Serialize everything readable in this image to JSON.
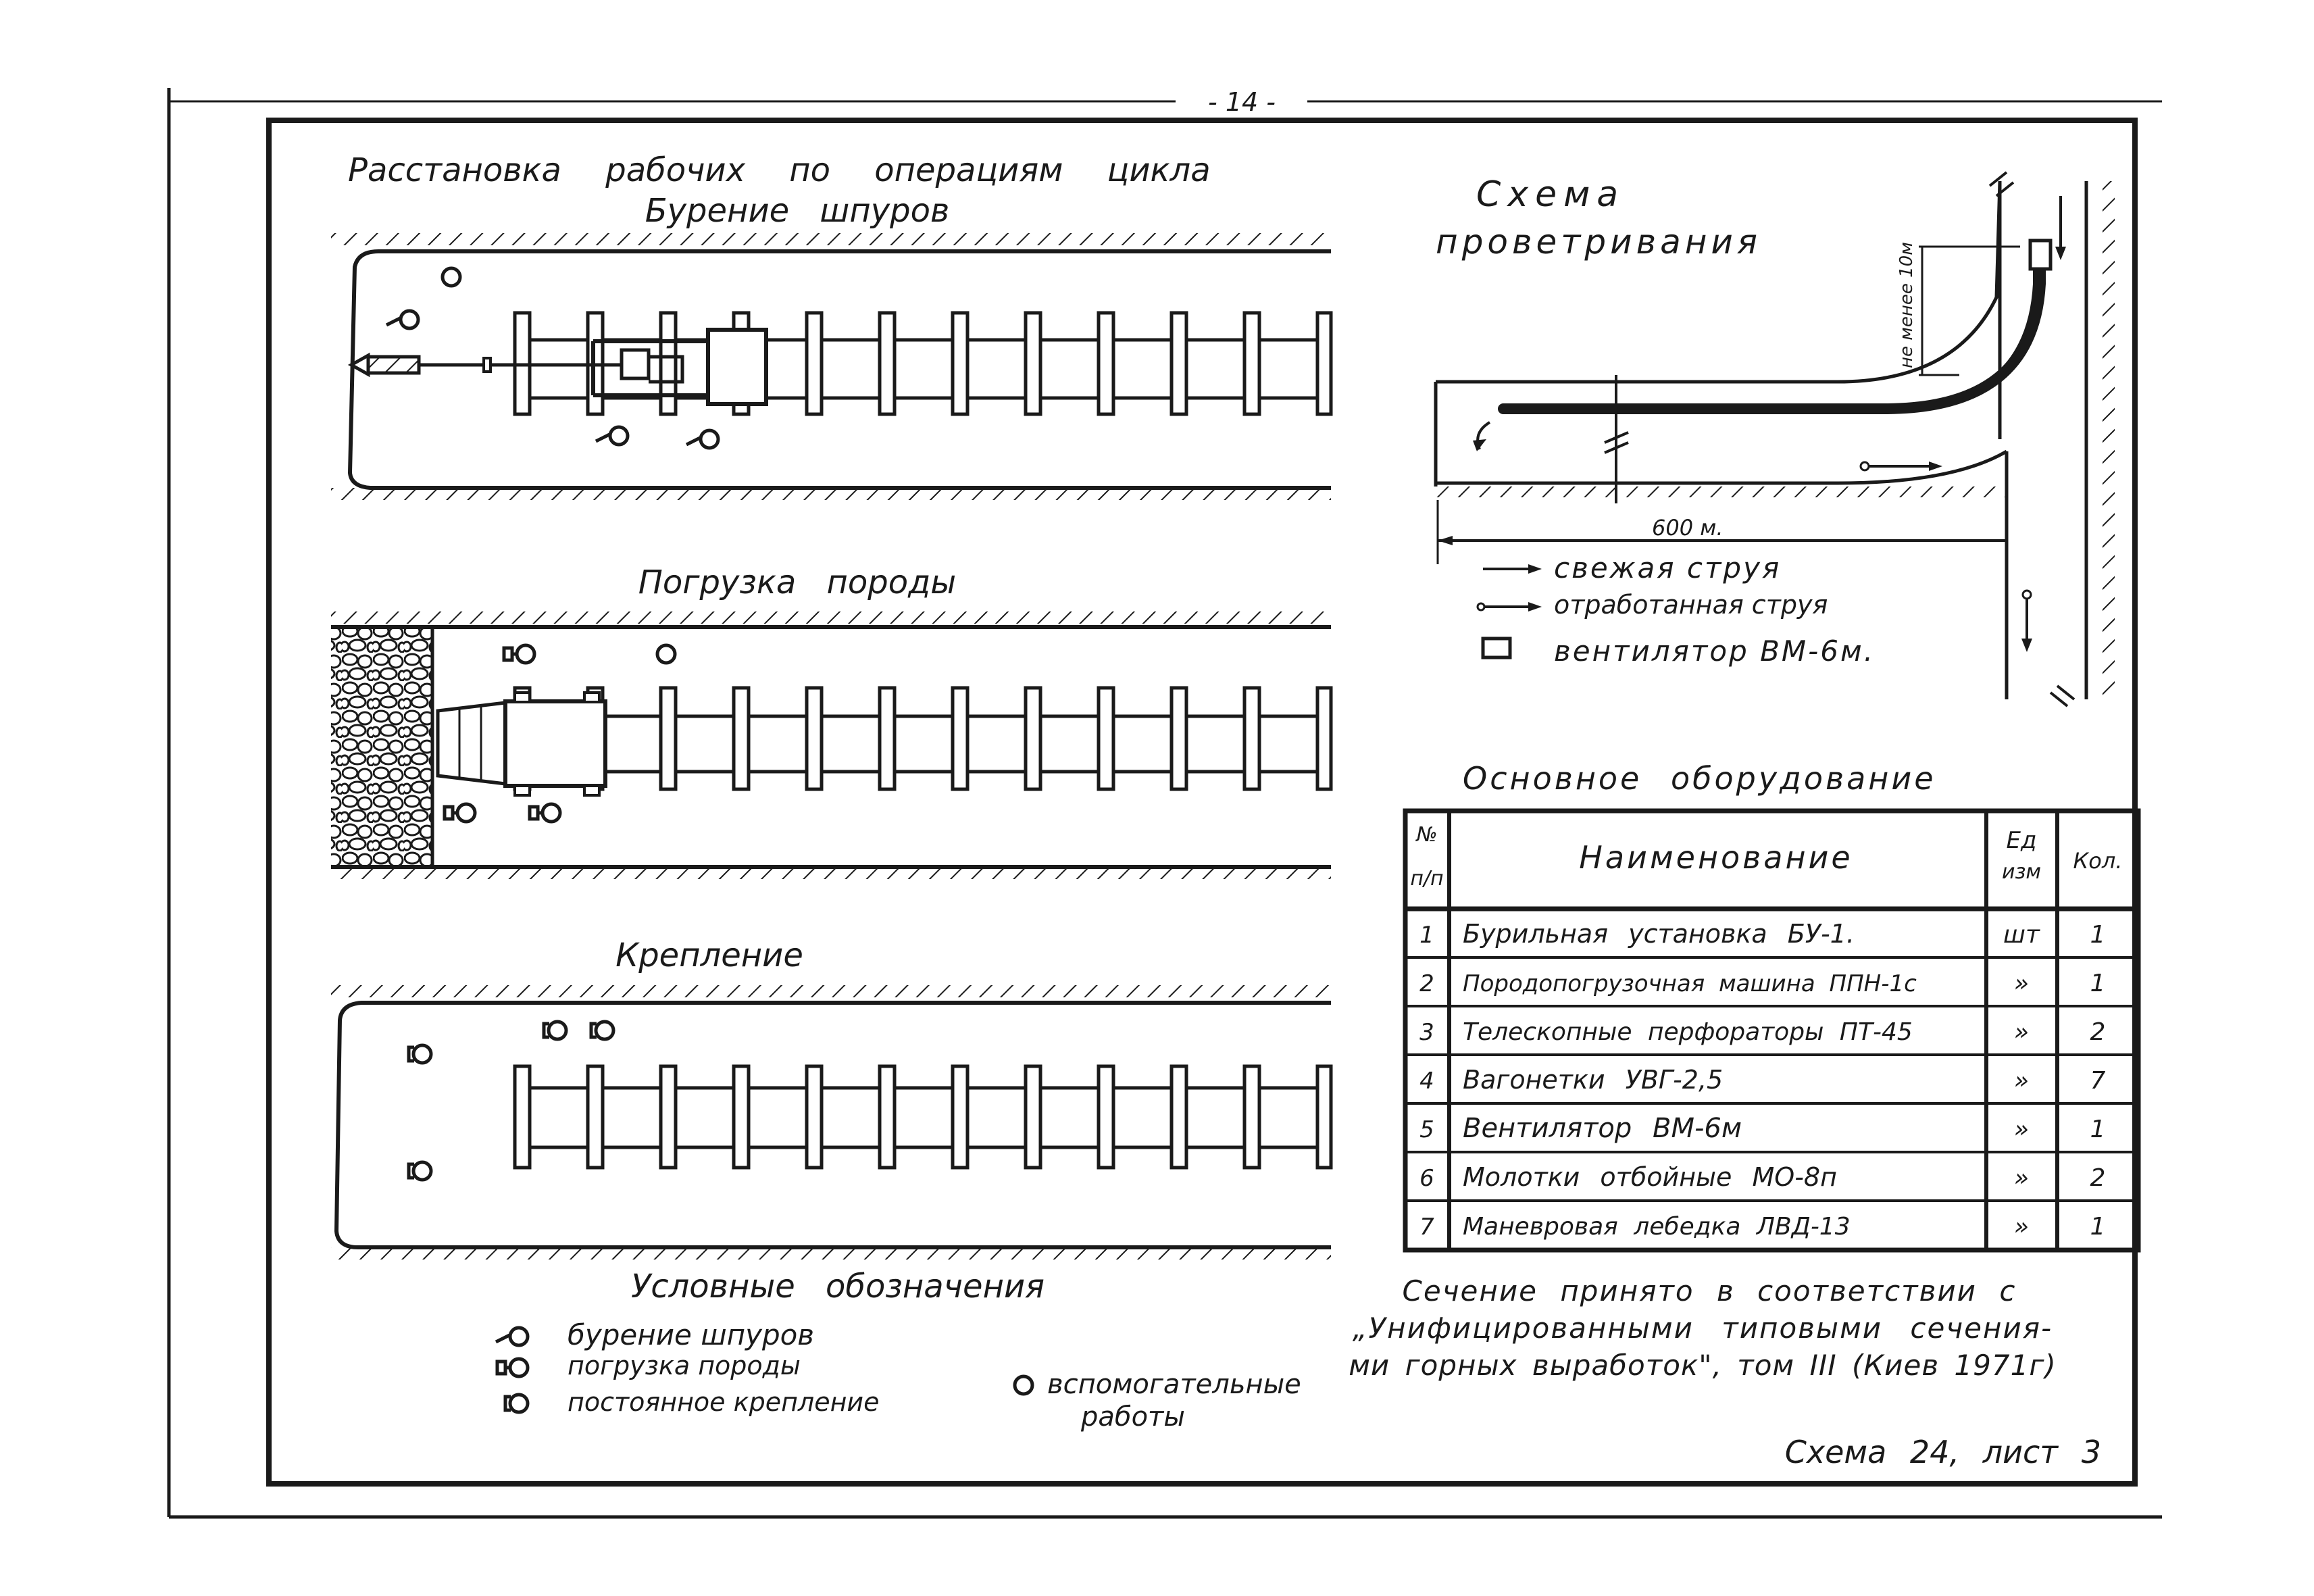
{
  "page_number": "- 14 -",
  "left_panel": {
    "title": "Расстановка рабочих по операциям цикла",
    "sections": [
      {
        "title": "Бурение шпуров"
      },
      {
        "title": "Погрузка породы"
      },
      {
        "title": "Крепление"
      }
    ]
  },
  "legend": {
    "title": "Условные обозначения",
    "items": [
      {
        "symbol": "drilling-worker-icon",
        "label": "бурение шпуров"
      },
      {
        "symbol": "loading-worker-icon",
        "label": "погрузка породы"
      },
      {
        "symbol": "support-worker-icon",
        "label": "постоянное крепление"
      }
    ],
    "aux": {
      "symbol": "auxiliary-worker-icon",
      "line1": "вспомогательные",
      "line2": "работы"
    }
  },
  "ventilation": {
    "title_line1": "Схема",
    "title_line2": "проветривания",
    "distance_label": "600 м.",
    "min_distance_label": "не менее 10м",
    "legend": [
      {
        "symbol": "fresh-air-arrow-icon",
        "label": "свежая струя"
      },
      {
        "symbol": "exhaust-air-arrow-icon",
        "label": "отработанная струя"
      },
      {
        "symbol": "fan-icon",
        "label": "вентилятор ВМ-6м."
      }
    ]
  },
  "equipment": {
    "title": "Основное оборудование",
    "headers": {
      "num_line1": "№",
      "num_line2": "п/п",
      "name": "Наименование",
      "unit_line1": "Ед",
      "unit_line2": "изм",
      "qty": "Кол."
    },
    "rows": [
      {
        "num": "1",
        "name": "Бурильная установка БУ-1.",
        "unit": "шт",
        "qty": "1"
      },
      {
        "num": "2",
        "name": "Породопогрузочная машина ППН-1с",
        "unit": "»",
        "qty": "1"
      },
      {
        "num": "3",
        "name": "Телескопные перфораторы ПТ-45",
        "unit": "»",
        "qty": "2"
      },
      {
        "num": "4",
        "name": "Вагонетки УВГ-2,5",
        "unit": "»",
        "qty": "7"
      },
      {
        "num": "5",
        "name": "Вентилятор ВМ-6м",
        "unit": "»",
        "qty": "1"
      },
      {
        "num": "6",
        "name": "Молотки отбойные МО-8п",
        "unit": "»",
        "qty": "2"
      },
      {
        "num": "7",
        "name": "Маневровая лебедка ЛВД-13",
        "unit": "»",
        "qty": "1"
      }
    ]
  },
  "note": {
    "line1": "Сечение принято в соответствии с",
    "line2": "„Унифицированными типовыми сечения-",
    "line3": "ми горных выработок\", том III (Киев 1971г)"
  },
  "sheet_label": "Схема 24, лист 3"
}
